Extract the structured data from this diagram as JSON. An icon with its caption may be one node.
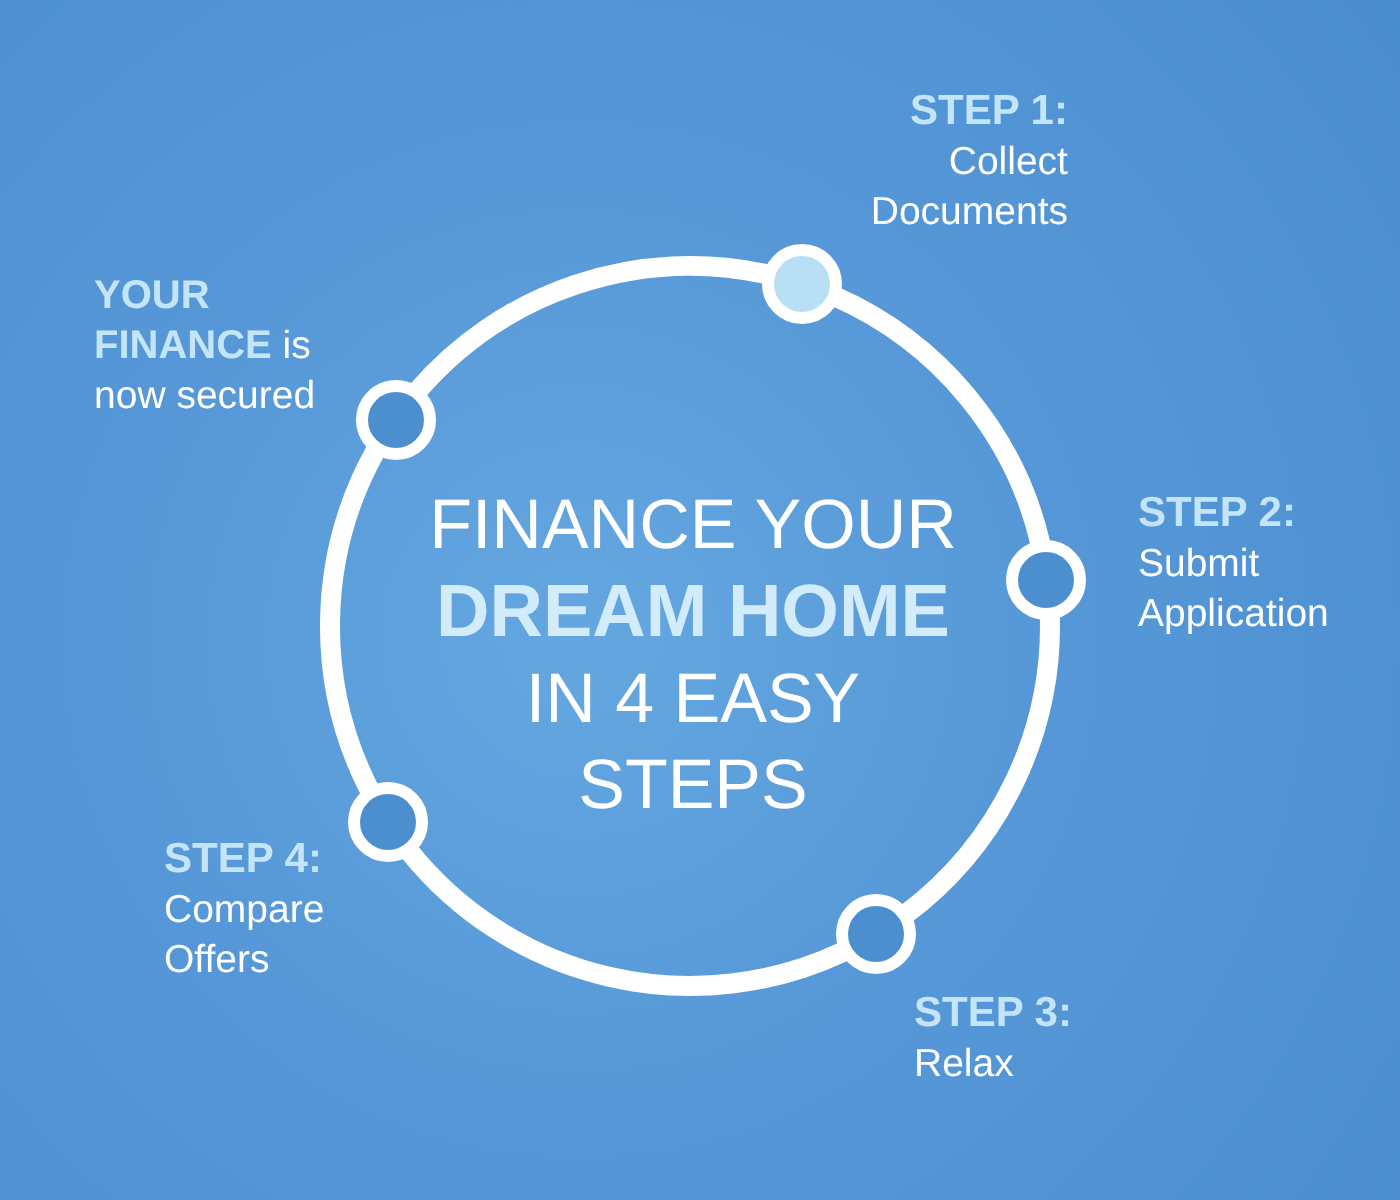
{
  "diagram": {
    "title": "FINANCE YOUR **DREAM HOME** IN 4 EASY STEPS",
    "nodes": [
      {
        "text": [],
        "shape": "circle",
        "beside": [
          "STEP 1:",
          "Collect Documents"
        ]
      },
      {
        "text": [],
        "shape": "circle",
        "beside": [
          "STEP 2:",
          "Submit Application"
        ]
      },
      {
        "text": [],
        "shape": "circle",
        "beside": [
          "STEP 3:",
          "Relax"
        ]
      },
      {
        "text": [],
        "shape": "circle",
        "beside": [
          "STEP 4:",
          "Compare Offers"
        ]
      },
      {
        "text": [],
        "shape": "circle",
        "beside": [
          "**YOUR FINANCE** is now secured"
        ]
      }
    ],
    "edges": [
      {
        "from": 0,
        "to": 1,
        "arrow": "none"
      },
      {
        "from": 1,
        "to": 2,
        "arrow": "none"
      },
      {
        "from": 2,
        "to": 3,
        "arrow": "none"
      },
      {
        "from": 3,
        "to": 4,
        "arrow": "none"
      },
      {
        "from": 4,
        "to": 0,
        "arrow": "none"
      }
    ]
  }
}
